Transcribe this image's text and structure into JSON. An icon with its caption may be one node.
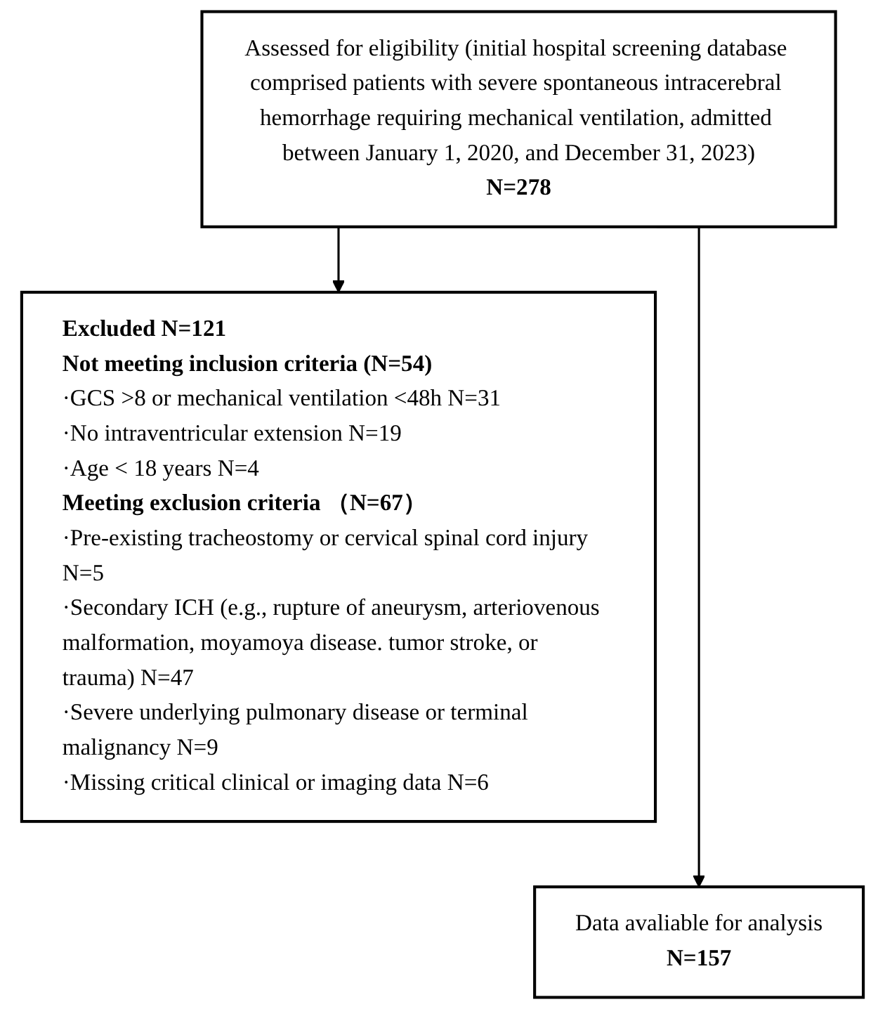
{
  "diagram": {
    "nodes": [
      {
        "text": [
          "Assessed for eligibility (initial hospital screening database comprised patients with severe spontaneous intracerebral hemorrhage requiring mechanical ventilation, admitted between January 1, 2020, and December 31, 2023)",
          "N=278"
        ]
      },
      {
        "text": [
          "Excluded N=121",
          "Not meeting inclusion criteria (N=54)",
          "·GCS >8 or mechanical ventilation <48h N=31",
          "·No intraventricular extension N=19",
          "·Age < 18 years N=4",
          "Meeting exclusion criteria （N=67）",
          "·Pre-existing tracheostomy or cervical spinal cord injury N=5",
          "·Secondary ICH (e.g., rupture of aneurysm, arteriovenous malformation, moyamoya disease. tumor stroke, or trauma) N=47",
          "·Severe underlying pulmonary disease or terminal malignancy N=9",
          "·Missing critical clinical or imaging data N=6"
        ]
      },
      {
        "text": [
          "Data avaliable for analysis",
          "N=157"
        ]
      }
    ],
    "edges": [
      {
        "from": 0,
        "to": 1,
        "arrow": "to"
      },
      {
        "from": 0,
        "to": 2,
        "arrow": "to"
      }
    ]
  }
}
